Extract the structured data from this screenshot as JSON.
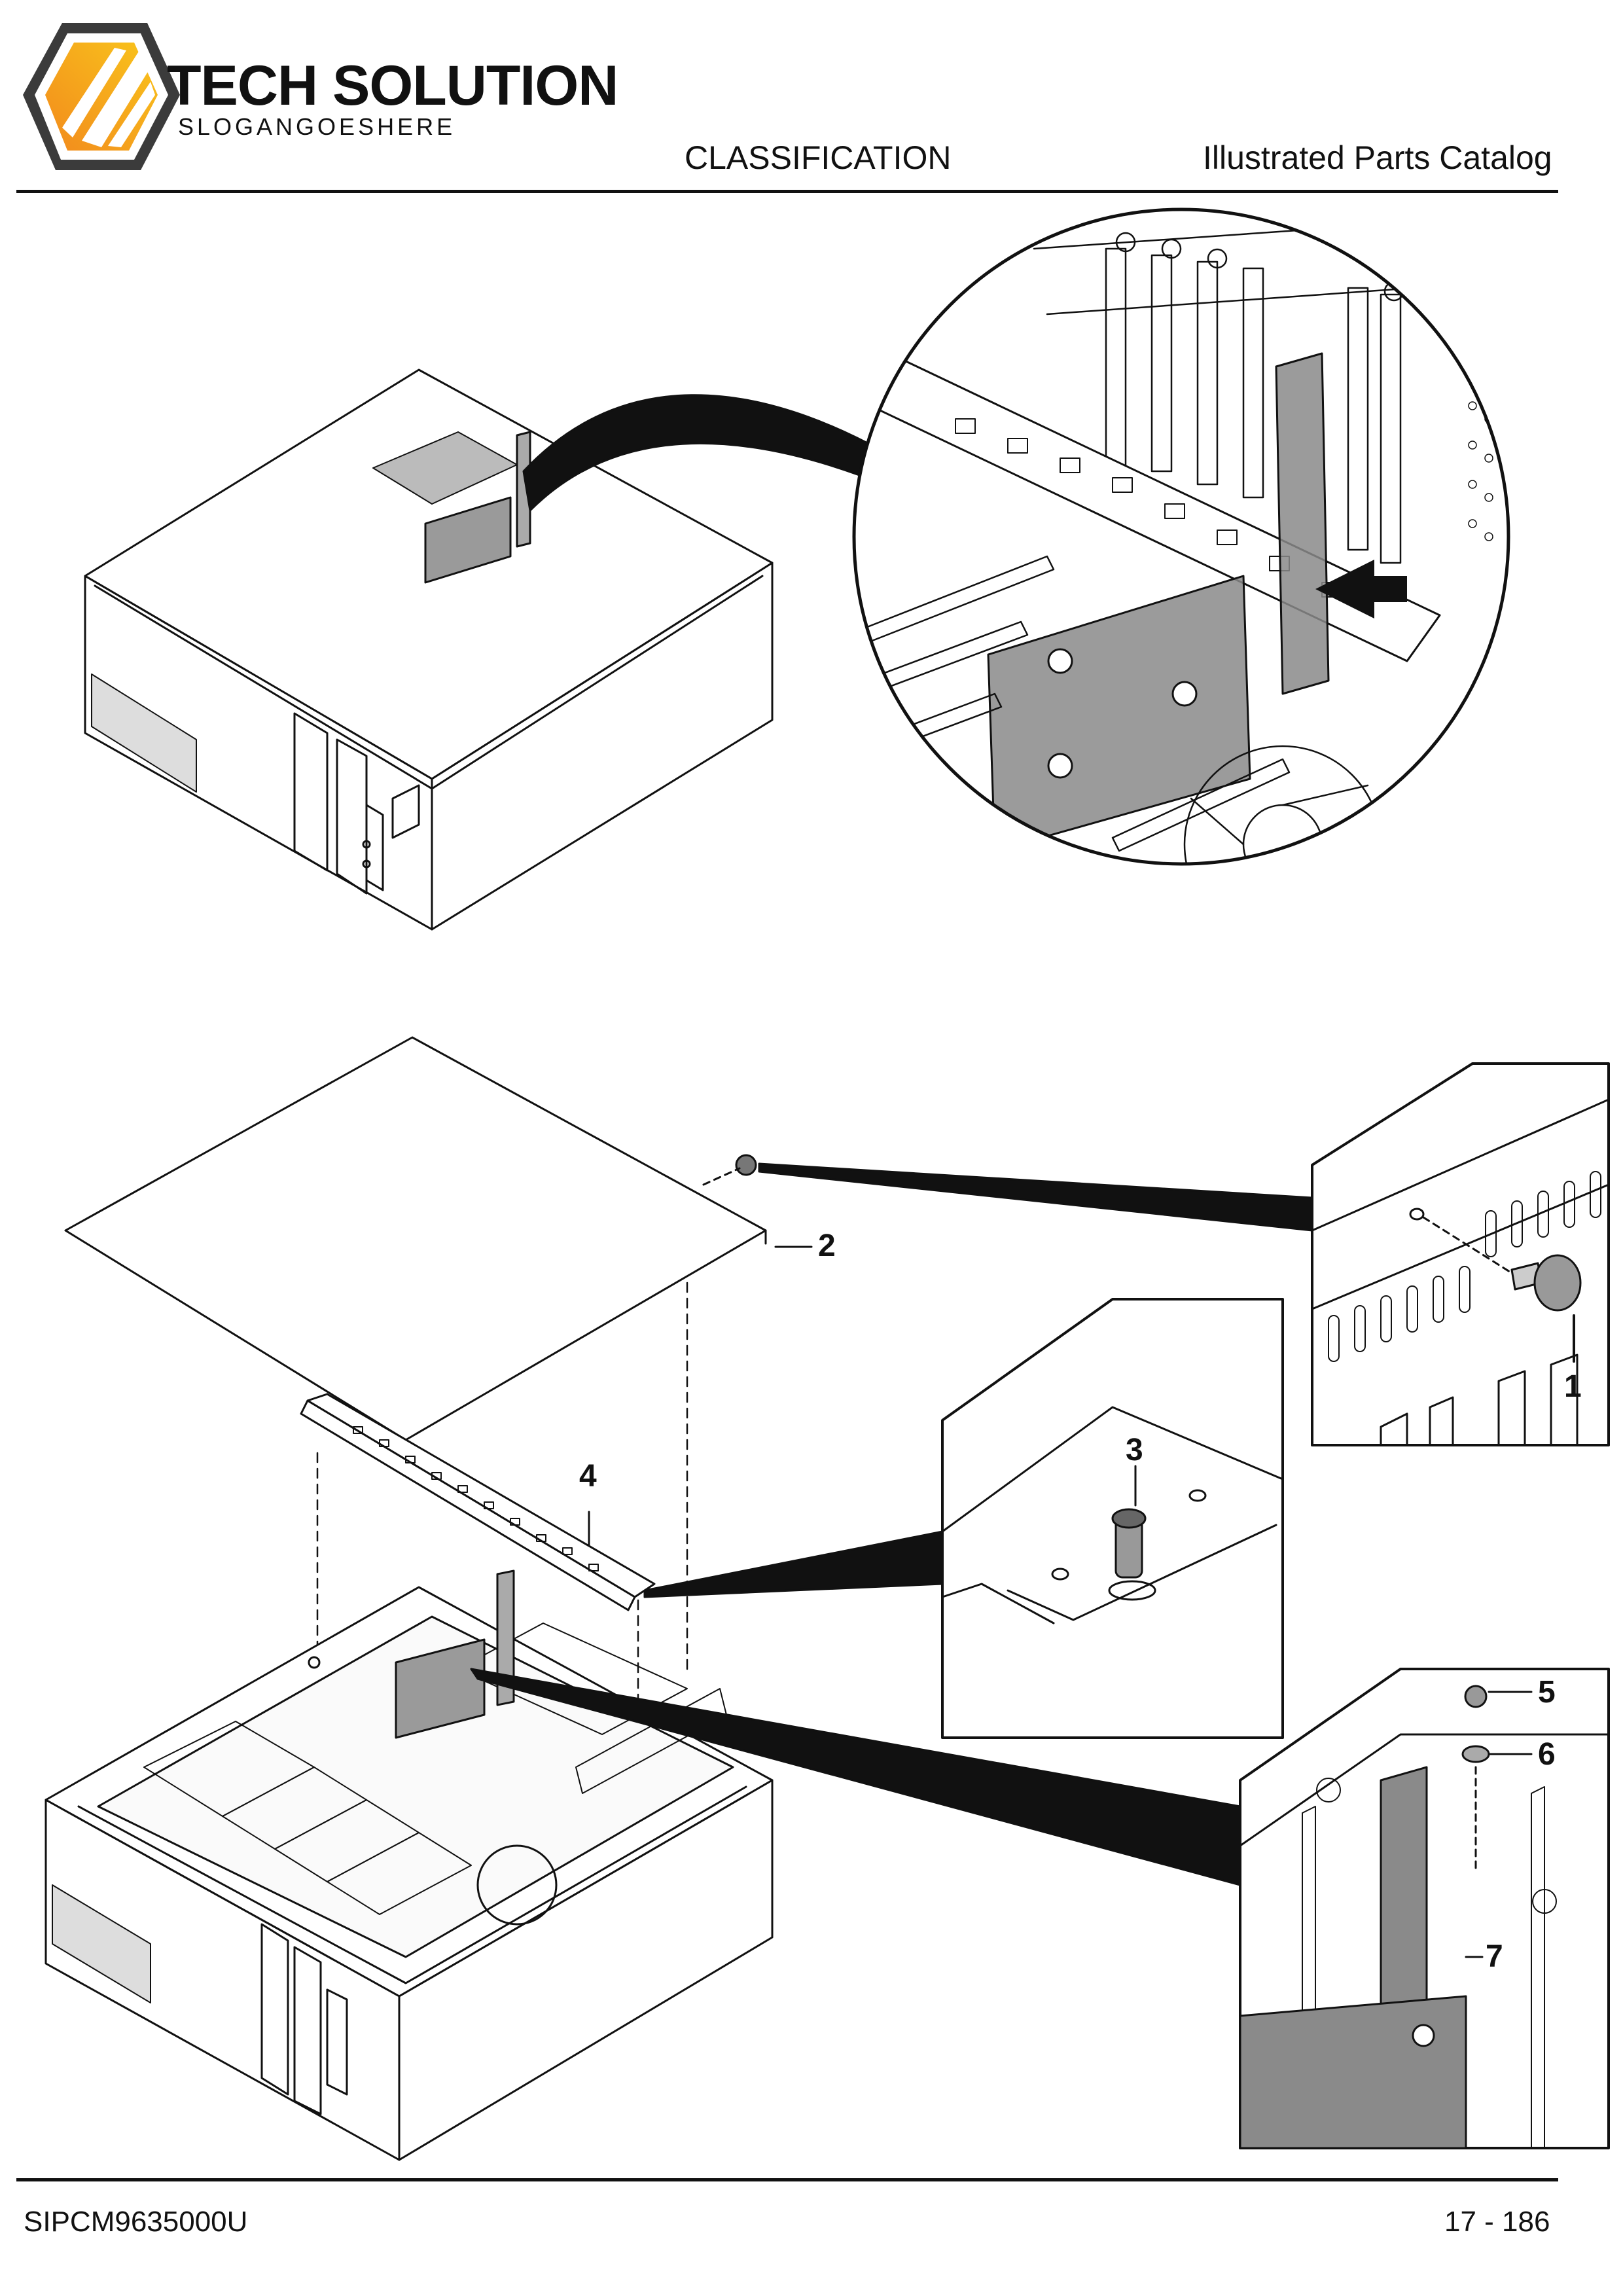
{
  "header": {
    "brand_title": "TECH SOLUTION",
    "brand_slogan": "SLOGANGOESHERE",
    "classification": "CLASSIFICATION",
    "catalog_title": "Illustrated Parts Catalog"
  },
  "figure": {
    "callouts": [
      "1",
      "2",
      "3",
      "4",
      "5",
      "6",
      "7"
    ]
  },
  "footer": {
    "document_number": "SIPCM9635000U",
    "page_number": "17 - 186"
  },
  "colors": {
    "logo_orange": "#f29a1f",
    "logo_yellow": "#f7c21b",
    "logo_dark": "#3b3b3b",
    "part_highlight": "#8a8a8a"
  }
}
